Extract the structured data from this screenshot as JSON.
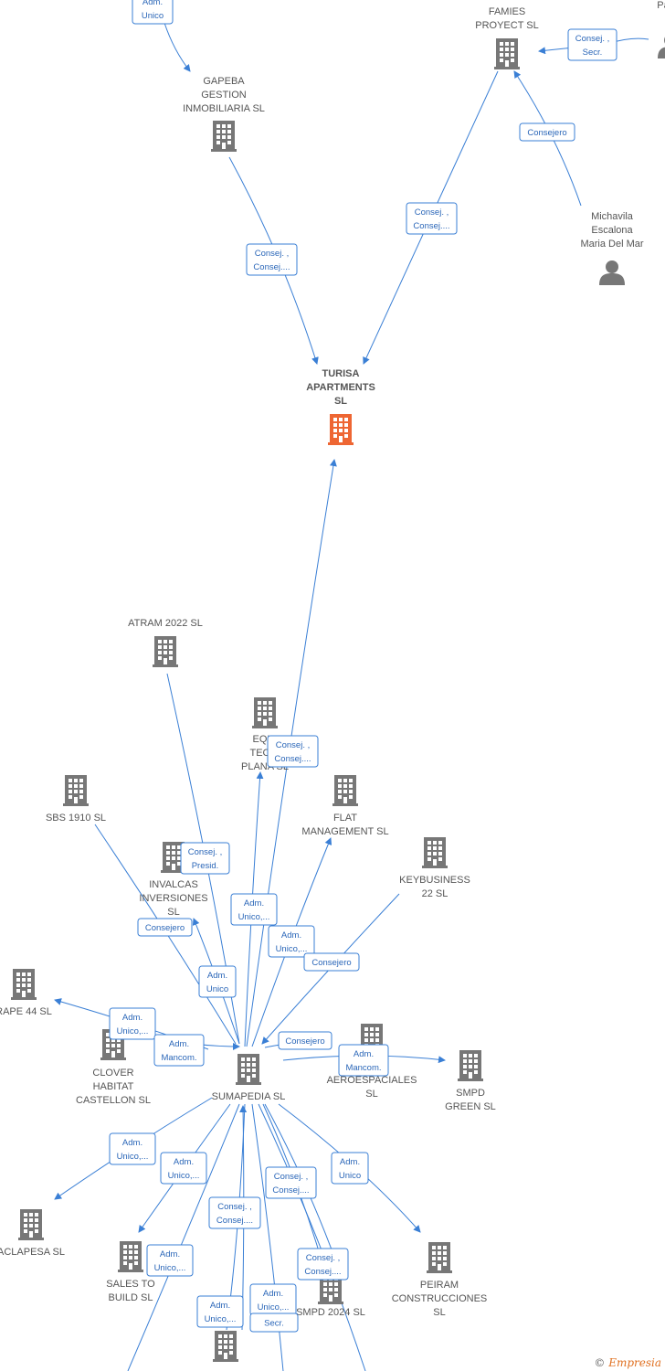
{
  "colors": {
    "company": "#777777",
    "focus": "#ee6633",
    "person": "#777777",
    "edge": "#3a7fd5"
  },
  "nodes": [
    {
      "id": "gapeba",
      "type": "company",
      "lines": [
        "GAPEBA",
        "GESTION",
        "INMOBILIARIA SL"
      ]
    },
    {
      "id": "famies",
      "type": "company",
      "lines": [
        "FAMIES",
        "PROYECT  SL"
      ]
    },
    {
      "id": "michavila",
      "type": "person",
      "lines": [
        "Michavila",
        "Escalona",
        "Maria Del Mar"
      ]
    },
    {
      "id": "pa",
      "type": "person",
      "lines": [
        "Pa"
      ]
    },
    {
      "id": "turisa",
      "type": "focus",
      "lines": [
        "TURISA",
        "APARTMENTS",
        "SL"
      ]
    },
    {
      "id": "atram",
      "type": "company",
      "lines": [
        "ATRAM 2022  SL"
      ]
    },
    {
      "id": "equi",
      "type": "company",
      "lines": [
        "EQUI",
        "TECNI",
        "PLANA  SL"
      ]
    },
    {
      "id": "sbs",
      "type": "company",
      "lines": [
        "SBS 1910  SL"
      ]
    },
    {
      "id": "flat",
      "type": "company",
      "lines": [
        "FLAT",
        "MANAGEMENT SL"
      ]
    },
    {
      "id": "keybusiness",
      "type": "company",
      "lines": [
        "KEYBUSINESS",
        "22  SL"
      ]
    },
    {
      "id": "invalcas",
      "type": "company",
      "lines": [
        "INVALCAS",
        "INVERSIONES",
        "SL"
      ]
    },
    {
      "id": "rape",
      "type": "company",
      "lines": [
        "RAPE 44  SL"
      ]
    },
    {
      "id": "clover",
      "type": "company",
      "lines": [
        "CLOVER",
        "HABITAT",
        "CASTELLON  SL"
      ]
    },
    {
      "id": "sumapedia",
      "type": "company",
      "lines": [
        "SUMAPEDIA  SL"
      ]
    },
    {
      "id": "aero",
      "type": "company",
      "lines": [
        "ES",
        "AEROESPACIALES",
        "SL"
      ]
    },
    {
      "id": "smpdgreen",
      "type": "company",
      "lines": [
        "SMPD",
        "GREEN  SL"
      ]
    },
    {
      "id": "aclapesa",
      "type": "company",
      "lines": [
        "ACLAPESA  SL"
      ]
    },
    {
      "id": "salestobuild",
      "type": "company",
      "lines": [
        "SALES TO",
        "BUILD  SL"
      ]
    },
    {
      "id": "smpd2024",
      "type": "company",
      "lines": [
        "SMPD 2024  SL"
      ]
    },
    {
      "id": "peiram",
      "type": "company",
      "lines": [
        "PEIRAM",
        "CONSTRUCCIONES",
        "SL"
      ]
    },
    {
      "id": "bottom",
      "type": "company",
      "lines": []
    }
  ],
  "edge_labels": [
    {
      "id": "e-top-gapeba",
      "lines": [
        "Adm.",
        "Unico"
      ]
    },
    {
      "id": "e-pa-famies",
      "lines": [
        "Consej. ,",
        "Secr."
      ]
    },
    {
      "id": "e-mich-famies",
      "lines": [
        "Consejero"
      ]
    },
    {
      "id": "e-famies-turisa",
      "lines": [
        "Consej. ,",
        "Consej...."
      ]
    },
    {
      "id": "e-gapeba-turisa",
      "lines": [
        "Consej. ,",
        "Consej...."
      ]
    },
    {
      "id": "e-sum-turisa",
      "lines": [
        "Consej. ,",
        "Consej...."
      ]
    },
    {
      "id": "e-atram-sum",
      "lines": [
        "Consej. ,",
        "Presid."
      ]
    },
    {
      "id": "e-sum-equi",
      "lines": [
        "Adm.",
        "Unico,..."
      ]
    },
    {
      "id": "e-sum-flat",
      "lines": [
        "Adm.",
        "Unico,..."
      ]
    },
    {
      "id": "e-key-sum",
      "lines": [
        "Consejero"
      ]
    },
    {
      "id": "e-sbs-sum",
      "lines": [
        "Adm.",
        "Unico"
      ]
    },
    {
      "id": "e-sum-invalcas",
      "lines": [
        "Consejero"
      ]
    },
    {
      "id": "e-sum-rape",
      "lines": [
        "Adm.",
        "Unico,..."
      ]
    },
    {
      "id": "e-clover-sum",
      "lines": [
        "Adm.",
        "Mancom."
      ]
    },
    {
      "id": "e-aero-sum",
      "lines": [
        "Consejero"
      ]
    },
    {
      "id": "e-sum-smpdgreen",
      "lines": [
        "Adm.",
        "Mancom."
      ]
    },
    {
      "id": "e-sum-aclapesa",
      "lines": [
        "Adm.",
        "Unico,..."
      ]
    },
    {
      "id": "e-sum-sales",
      "lines": [
        "Adm.",
        "Unico,..."
      ]
    },
    {
      "id": "e-sum-smpd2024",
      "lines": [
        "Consej. ,",
        "Consej...."
      ]
    },
    {
      "id": "e-sum-peiram",
      "lines": [
        "Adm.",
        "Unico"
      ]
    },
    {
      "id": "e-mid-1",
      "lines": [
        "Consej. ,",
        "Consej...."
      ]
    },
    {
      "id": "e-mid-2",
      "lines": [
        "Adm.",
        "Unico,..."
      ]
    },
    {
      "id": "e-mid-3",
      "lines": [
        "Consej. ,",
        "Consej...."
      ]
    },
    {
      "id": "e-mid-4",
      "lines": [
        "Adm.",
        "Unico,..."
      ]
    },
    {
      "id": "e-mid-5",
      "lines": [
        "Adm.",
        "Unico,..."
      ]
    },
    {
      "id": "e-mid-6",
      "lines": [
        "Secr."
      ]
    }
  ],
  "footer": {
    "copyright": "©",
    "brand": "Empresia"
  }
}
